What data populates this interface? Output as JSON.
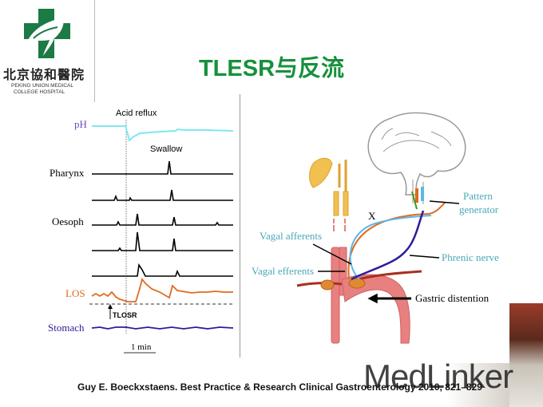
{
  "logo": {
    "chinese_name": "北京協和醫院",
    "english_name_line1": "PEKING UNION MEDICAL",
    "english_name_line2": "COLLEGE HOSPITAL"
  },
  "title": "TLESR与反流",
  "left_figure": {
    "acid_reflux": "Acid reflux",
    "swallow": "Swallow",
    "ph": "pH",
    "pharynx": "Pharynx",
    "oesoph": "Oesoph",
    "los": "LOS",
    "tlosr": "TLOSR",
    "stomach": "Stomach",
    "scale": "1 min"
  },
  "right_figure": {
    "pattern_generator_1": "Pattern",
    "pattern_generator_2": "generator",
    "x_mark": "X",
    "vagal_afferents": "Vagal afferents",
    "vagal_efferents": "Vagal efferents",
    "phrenic_nerve": "Phrenic nerve",
    "gastric_distention": "Gastric distention"
  },
  "citation": "Guy E. Boeckxstaens. Best Practice & Research Clinical Gastroenterology 2010, 821–829",
  "watermark": "MedLinker",
  "colors": {
    "title": "#17903c",
    "ph": "#7fe8f0",
    "los": "#e06a20",
    "stomach": "#2a1e9a",
    "label_teal": "#4aa8b8"
  }
}
